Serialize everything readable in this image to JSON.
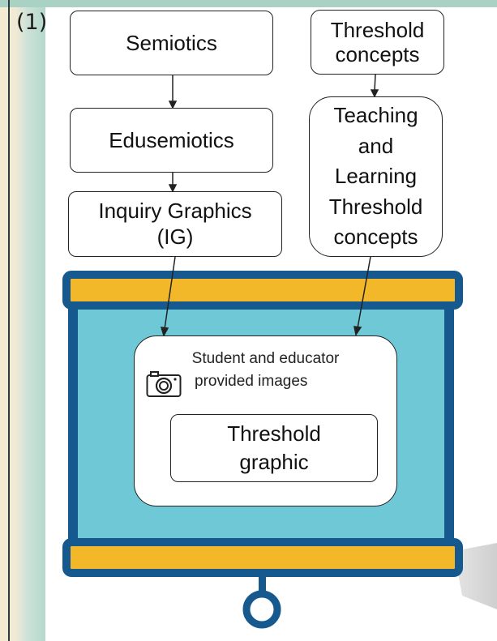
{
  "panel_label": "(1)",
  "boxes": {
    "semiotics": "Semiotics",
    "edusemiotics": "Edusemiotics",
    "inquiry_graphics": "Inquiry Graphics\n(IG)",
    "threshold_concepts": "Threshold\nconcepts",
    "teaching_learning": "Teaching\nand\nLearning\nThreshold\nconcepts"
  },
  "screen": {
    "caption_line1": "Student and educator",
    "caption_line2": "provided images",
    "threshold_graphic": "Threshold\ngraphic",
    "icon": "camera-icon"
  },
  "colors": {
    "screen_fill": "#6ec8d5",
    "screen_frame": "#15598f",
    "screen_bar": "#f2b829",
    "left_strip_tan": "#f5ecd2",
    "left_strip_teal": "#c3ded5",
    "top_band": "#a9d2c4"
  }
}
